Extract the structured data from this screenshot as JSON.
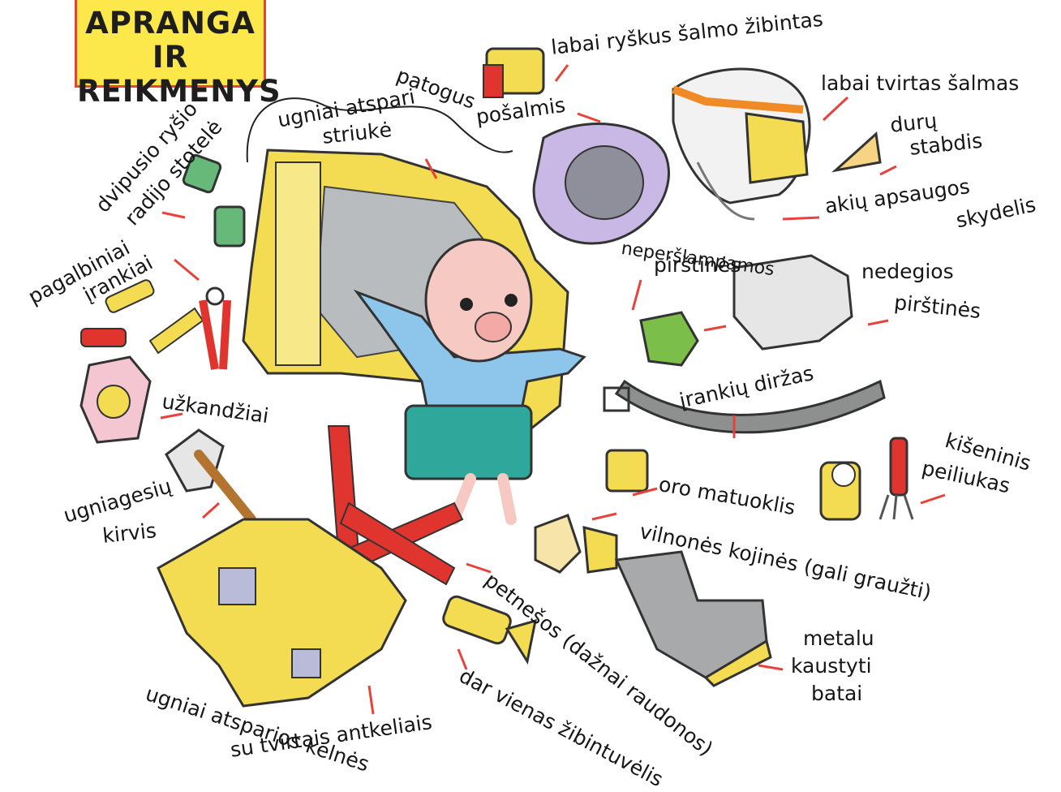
{
  "title": [
    "APRANGA IR",
    "REIKMENYS"
  ],
  "colors": {
    "title_background": "#fce84a",
    "title_border": "#e8433a",
    "arrow": "#e8433a",
    "jacket": "#f3dc52",
    "suspenders": "#e0352f",
    "shirt": "#8dc6ea",
    "shorts": "#2fa79a",
    "pig": "#f6c9c3"
  },
  "labels": {
    "helmet_light": "labai ryškus šalmo žibintas",
    "hood": [
      "patogus",
      "pošalmis"
    ],
    "helmet": "labai tvirtas šalmas",
    "doorstop": [
      "durų",
      "stabdis"
    ],
    "eye_shield": [
      "akių apsaugos",
      "skydelis"
    ],
    "radio": [
      "dvipusio ryšio",
      "radijo stotelė"
    ],
    "jacket": [
      "ugniai atspari",
      "striukė"
    ],
    "tools": [
      "pagalbiniai",
      "įrankiai"
    ],
    "waterproof_gloves": [
      "neperšlampamos",
      "pirštinės"
    ],
    "fireproof_gloves": [
      "nedegios",
      "pirštinės"
    ],
    "snacks": "užkandžiai",
    "tool_belt": "įrankių diržas",
    "pocket_knife": [
      "kišeninis",
      "peiliukas"
    ],
    "air_meter": "oro matuoklis",
    "axe": [
      "ugniagesių",
      "kirvis"
    ],
    "wool_socks": "vilnonės kojinės (gali graužti)",
    "suspenders": "petnešos (dažnai raudonos)",
    "boots": [
      "metalu",
      "kaustyti",
      "batai"
    ],
    "flashlight": "dar vienas žibintuvėlis",
    "pants": [
      "ugniai atsparios kelnės",
      "su tvirtais antkeliais"
    ]
  },
  "icons": [
    "helmet-light-icon",
    "hood-icon",
    "helmet-icon",
    "doorstop-icon",
    "radio-icon",
    "jacket-icon",
    "pig-character",
    "tools-icon",
    "glove-green-icon",
    "glove-white-icon",
    "snacks-icon",
    "tool-belt-icon",
    "pocket-knife-icon",
    "air-meter-icon",
    "axe-icon",
    "socks-icon",
    "suspenders-icon",
    "boots-icon",
    "flashlight-icon",
    "pants-icon"
  ]
}
